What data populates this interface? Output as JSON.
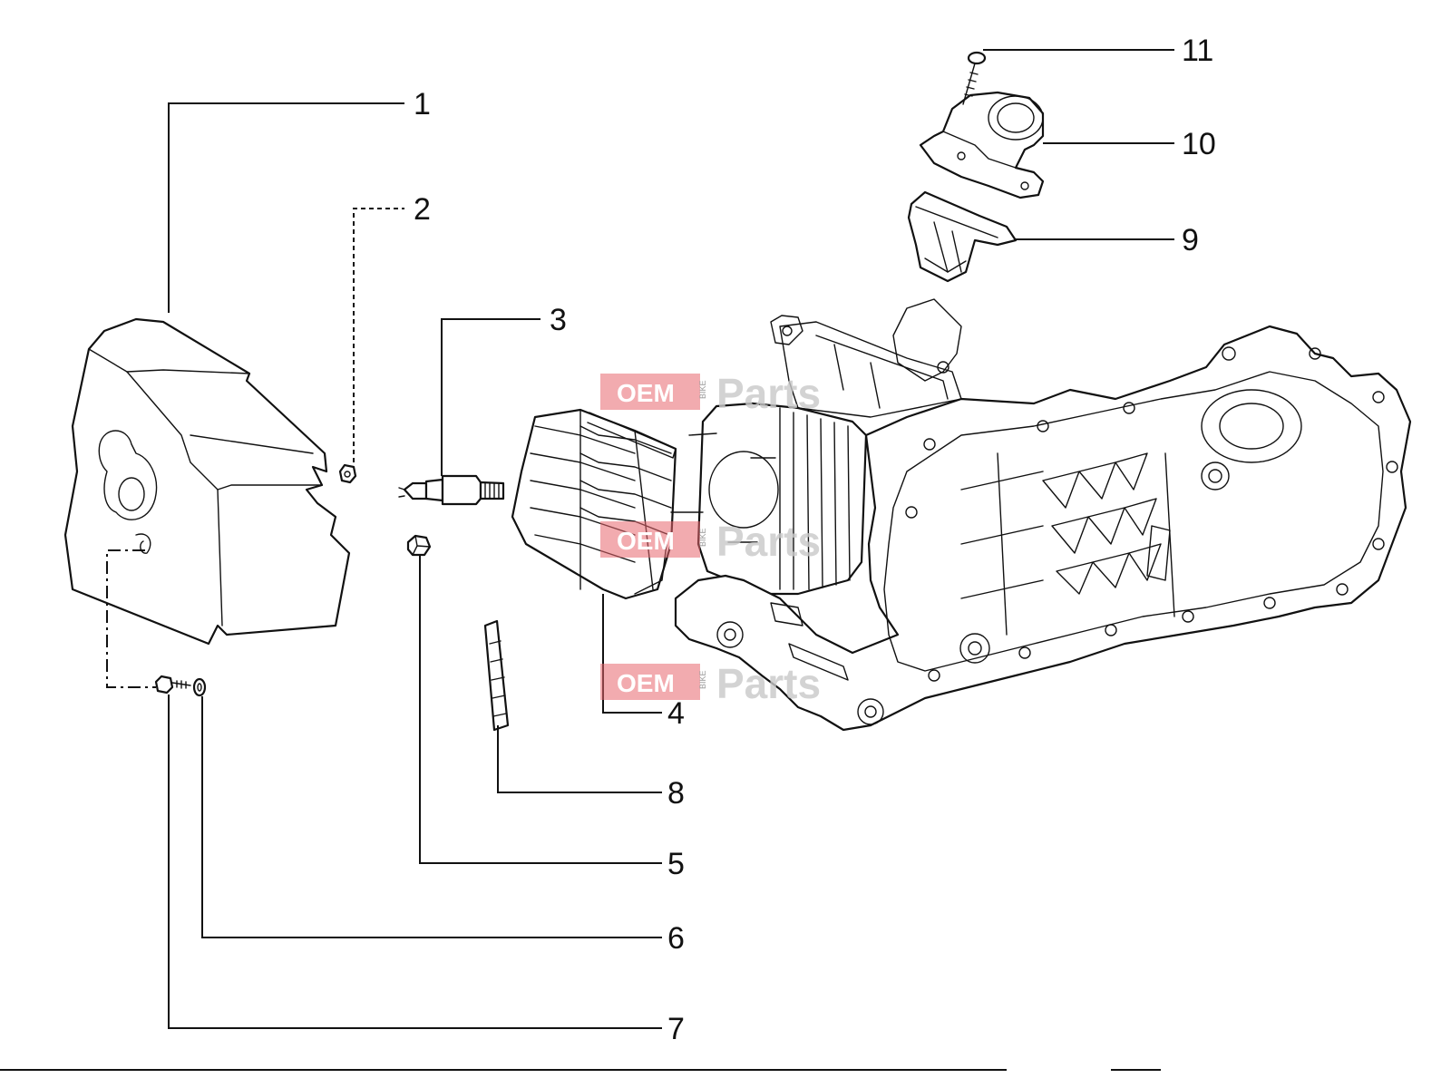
{
  "callouts": [
    {
      "num": "1"
    },
    {
      "num": "2"
    },
    {
      "num": "3"
    },
    {
      "num": "4"
    },
    {
      "num": "5"
    },
    {
      "num": "6"
    },
    {
      "num": "7"
    },
    {
      "num": "8"
    },
    {
      "num": "9"
    },
    {
      "num": "10"
    },
    {
      "num": "11"
    }
  ],
  "watermark": {
    "left": "OEM",
    "small": "BIKE",
    "right": "Parts"
  },
  "colors": {
    "line": "#111111",
    "watermark_red": "#e8505a",
    "watermark_grey": "#c9c9c9"
  }
}
